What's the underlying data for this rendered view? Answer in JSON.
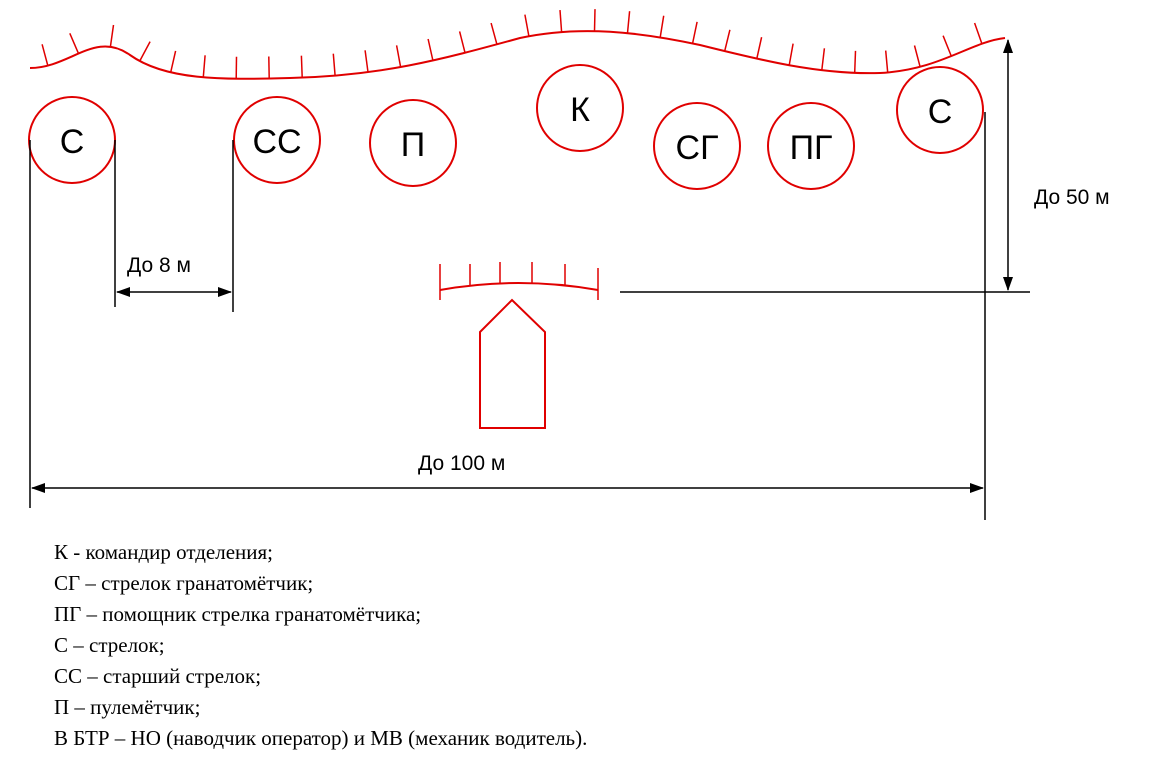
{
  "colors": {
    "accent": "#e00000",
    "ink": "#000000"
  },
  "positions": [
    {
      "label": "С"
    },
    {
      "label": "СС"
    },
    {
      "label": "П"
    },
    {
      "label": "К"
    },
    {
      "label": "СГ"
    },
    {
      "label": "ПГ"
    },
    {
      "label": "С"
    }
  ],
  "dimensions": {
    "interval": "До 8 м",
    "depth": "До 50 м",
    "frontage": "До 100 м"
  },
  "legend": [
    "К - командир отделения;",
    "СГ – стрелок гранатомётчик;",
    "ПГ – помощник стрелка гранатомётчика;",
    "С – стрелок;",
    "СС – старший стрелок;",
    "П – пулемётчик;",
    "В БТР – НО (наводчик оператор) и МВ (механик водитель)."
  ]
}
